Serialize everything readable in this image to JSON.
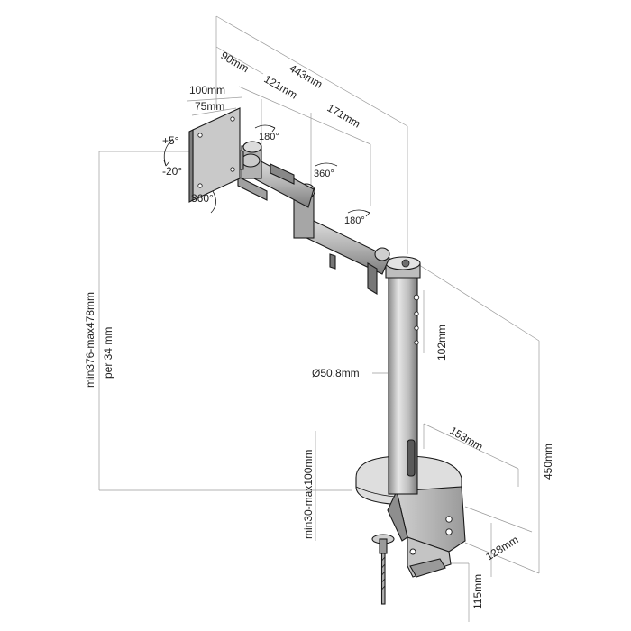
{
  "dimensions": {
    "d_90": "90mm",
    "d_443": "443mm",
    "d_100": "100mm",
    "d_121": "121mm",
    "d_75": "75mm",
    "d_171": "171mm",
    "d_102": "102mm",
    "d_dia": "Ø50.8mm",
    "d_153": "153mm",
    "d_450": "450mm",
    "d_128": "128mm",
    "d_115": "115mm",
    "d_height_range": "min376-max478mm",
    "d_height_step": "per 34 mm",
    "d_clamp_range": "min30-max100mm"
  },
  "angles": {
    "tilt_up": "+5°",
    "tilt_down": "-20°",
    "rot_360_head": "360°",
    "rot_180_a": "180°",
    "rot_360_mid": "360°",
    "rot_180_b": "180°"
  },
  "colors": {
    "metal_light": "#d9d9d9",
    "metal_mid": "#a8a8a8",
    "metal_dark": "#6e6e6e",
    "line": "#1a1a1a",
    "extension": "#9a9a9a"
  }
}
